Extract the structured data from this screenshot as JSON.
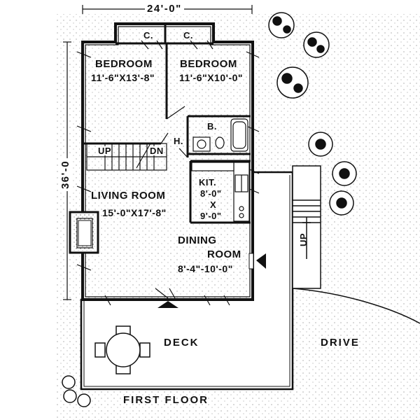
{
  "plan": {
    "overall_width": "24'-0\"",
    "overall_depth": "36'-0",
    "floor_label": "FIRST FLOOR"
  },
  "rooms": {
    "bedroom1": {
      "name": "BEDROOM",
      "size": "11'-6\"X13'-8\""
    },
    "bedroom2": {
      "name": "BEDROOM",
      "size": "11'-6\"X10'-0\""
    },
    "closet1": "C.",
    "closet2": "C.",
    "bath": "B.",
    "hall": "H.",
    "stair_up": "UP",
    "stair_down": "DN",
    "kitchen": {
      "name": "KIT.",
      "w": "8'-0\"",
      "x": "X",
      "h": "9'-0\""
    },
    "living": {
      "name": "LIVING ROOM",
      "size": "15'-0\"X17'-8\""
    },
    "dining": {
      "name": "DINING",
      "name2": "ROOM",
      "size": "8'-4\"-10'-0\""
    },
    "deck": "DECK",
    "drive": "DRIVE",
    "outside_stair_up": "UP"
  }
}
